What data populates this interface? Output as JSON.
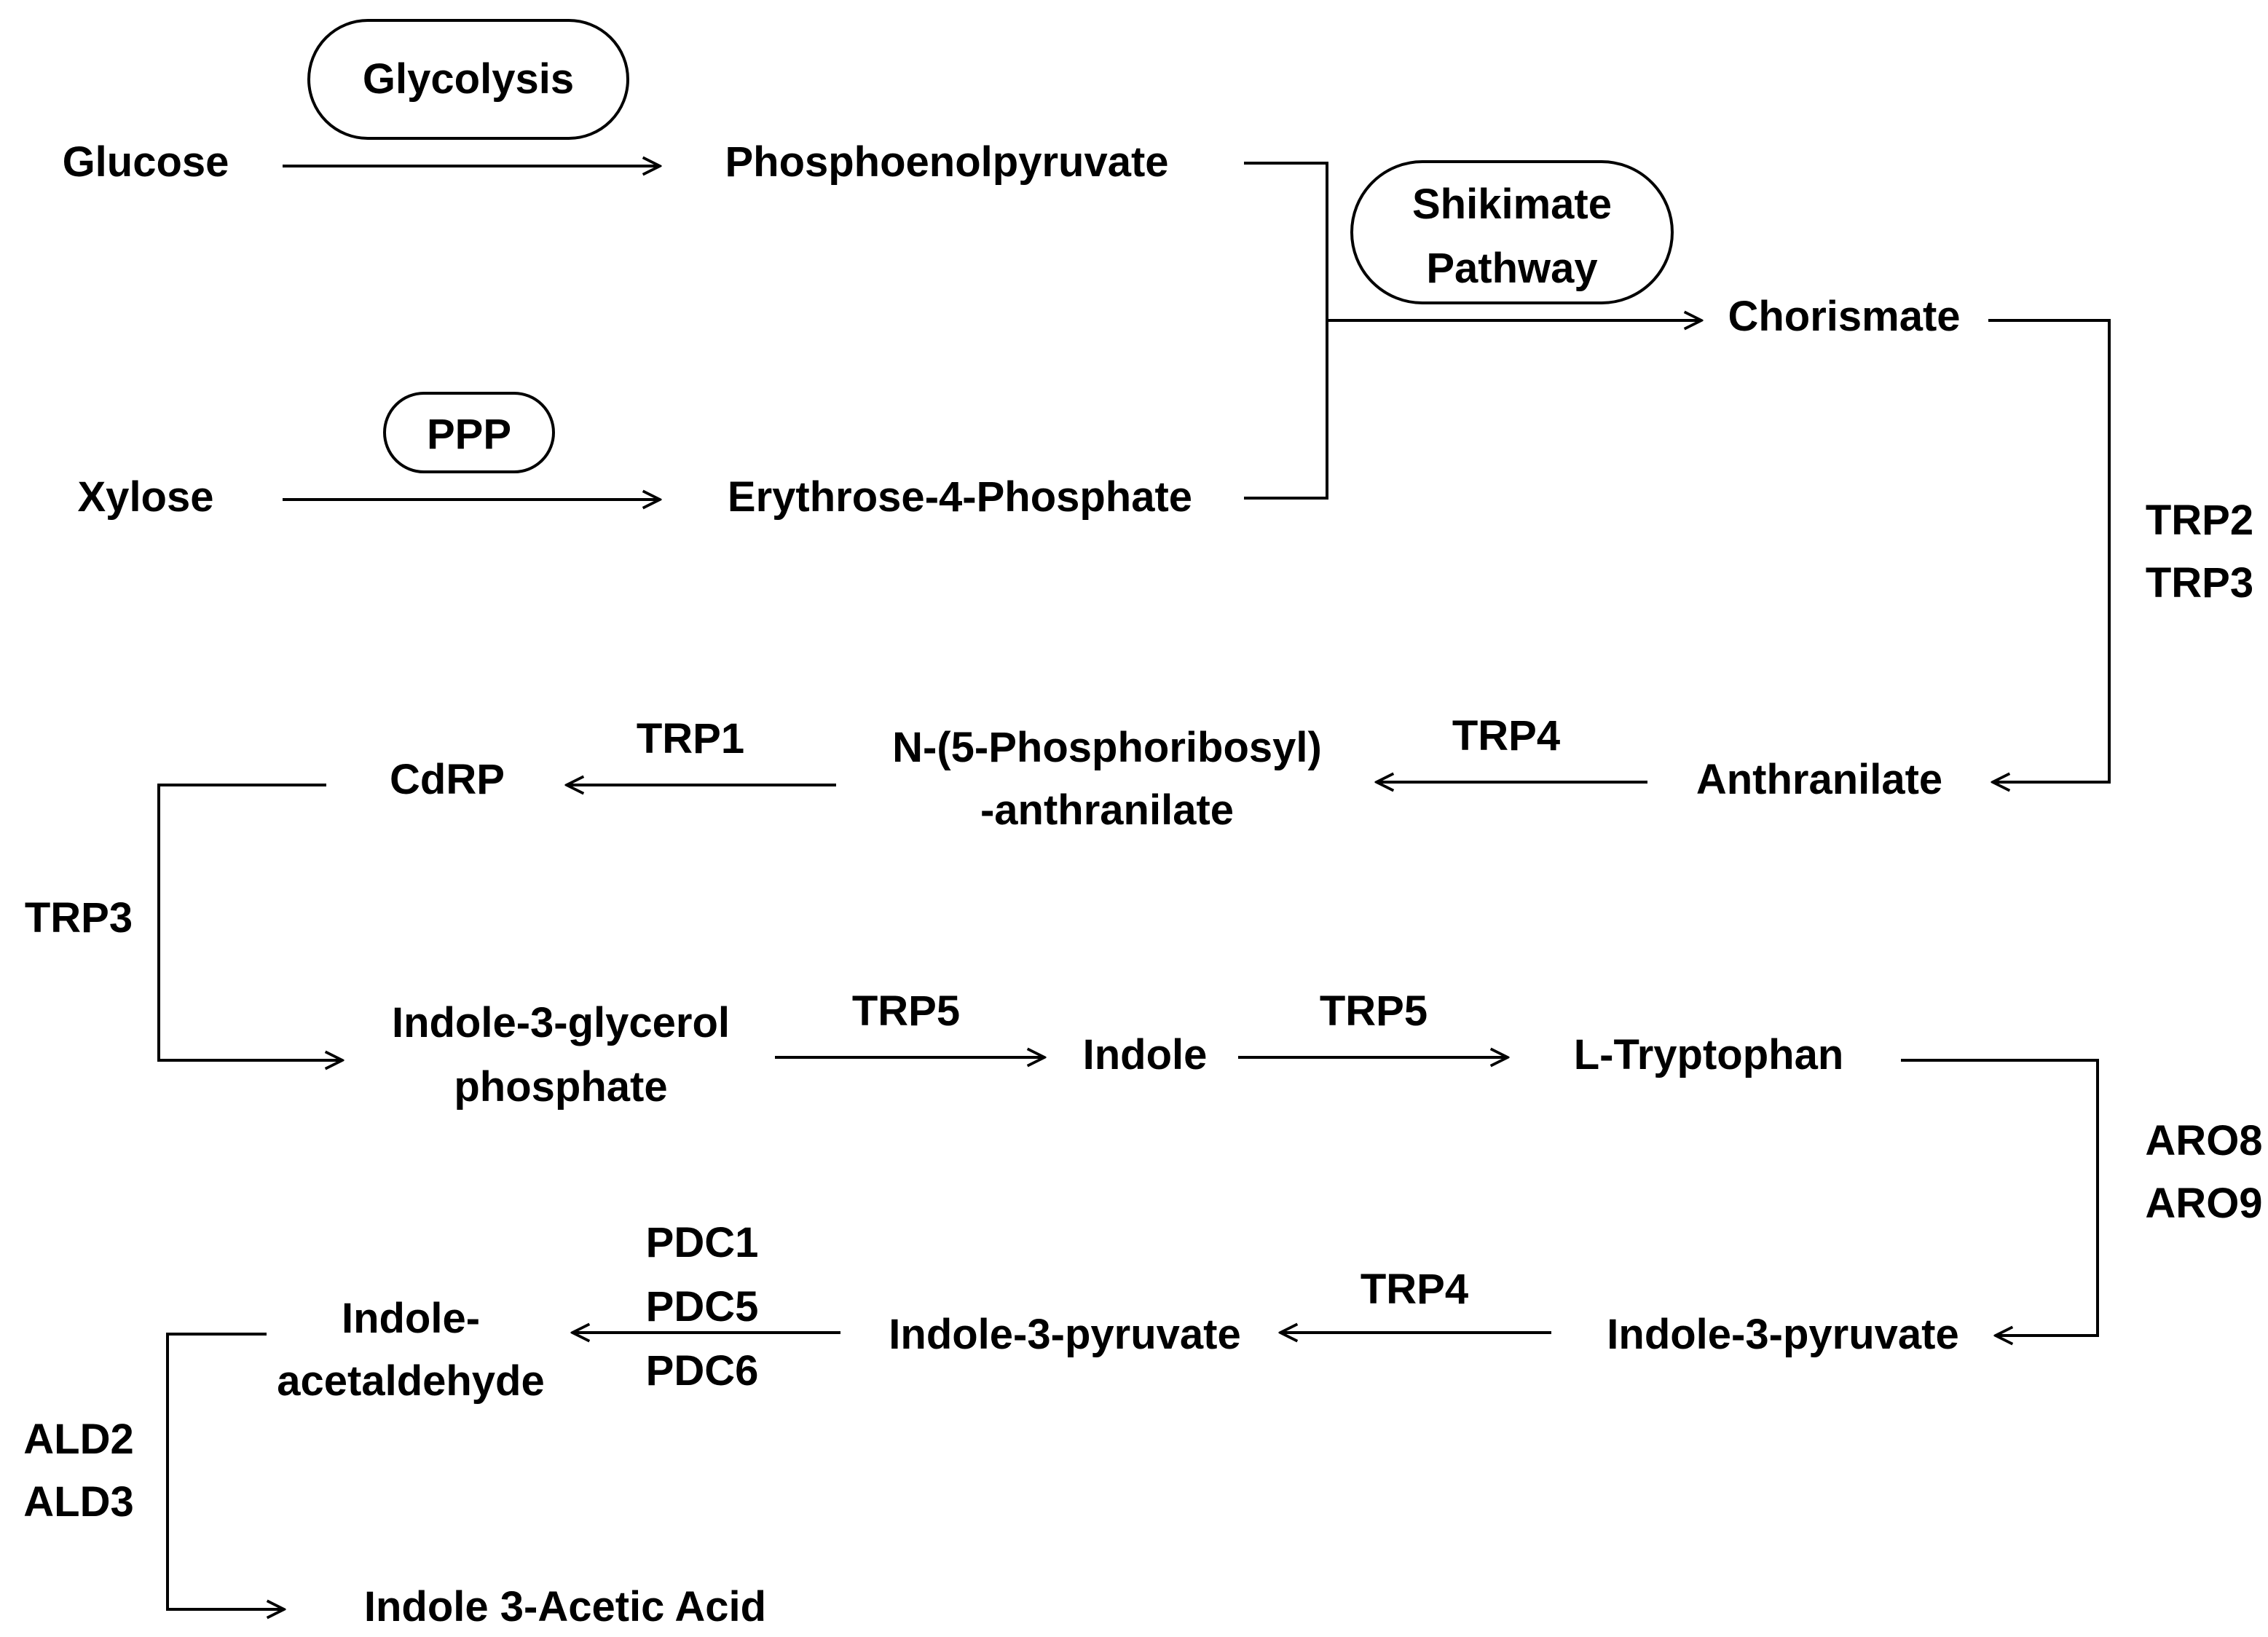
{
  "metabolites": {
    "glucose": "Glucose",
    "phosphoenolpyruvate": "Phosphoenolpyruvate",
    "xylose": "Xylose",
    "erythrose_4_phosphate": "Erythrose-4-Phosphate",
    "chorismate": "Chorismate",
    "anthranilate": "Anthranilate",
    "prantranilate_line1": "N-(5-Phosphoribosyl)",
    "prantranilate_line2": "-anthranilate",
    "cdrp": "CdRP",
    "igp_line1": "Indole-3-glycerol",
    "igp_line2": "phosphate",
    "indole": "Indole",
    "tryptophan": "L-Tryptophan",
    "indole_3_pyruvate_right": "Indole-3-pyruvate",
    "indole_3_pyruvate_left": "Indole-3-pyruvate",
    "iaald_line1": "Indole-",
    "iaald_line2": "acetaldehyde",
    "iaa": "Indole 3-Acetic Acid"
  },
  "pathways": {
    "glycolysis": "Glycolysis",
    "ppp": "PPP",
    "shikimate_line1": "Shikimate",
    "shikimate_line2": "Pathway"
  },
  "enzymes": {
    "trp2": "TRP2",
    "trp3_top": "TRP3",
    "trp4_upper": "TRP4",
    "trp1": "TRP1",
    "trp3_left": "TRP3",
    "trp5_first": "TRP5",
    "trp5_second": "TRP5",
    "aro8": "ARO8",
    "aro9": "ARO9",
    "trp4_lower": "TRP4",
    "pdc1": "PDC1",
    "pdc5": "PDC5",
    "pdc6": "PDC6",
    "ald2": "ALD2",
    "ald3": "ALD3"
  }
}
